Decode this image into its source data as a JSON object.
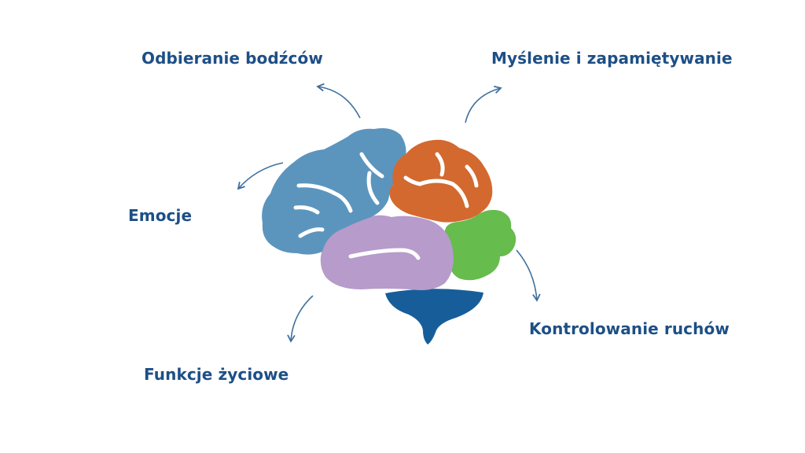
{
  "labels": {
    "top_left": "Odbieranie bodźców",
    "top_right": "Myślenie i zapamiętywanie",
    "middle_left": "Emocje",
    "bottom_right": "Kontrolowanie ruchów",
    "bottom_left": "Funkcje życiowe"
  },
  "colors": {
    "text": "#1d4f86",
    "arrow": "#3f6f9c",
    "lobe_blue": "#5b95bd",
    "lobe_orange": "#d3692e",
    "lobe_purple": "#b69bcb",
    "lobe_green": "#66bc4c",
    "brainstem": "#175d9a"
  }
}
